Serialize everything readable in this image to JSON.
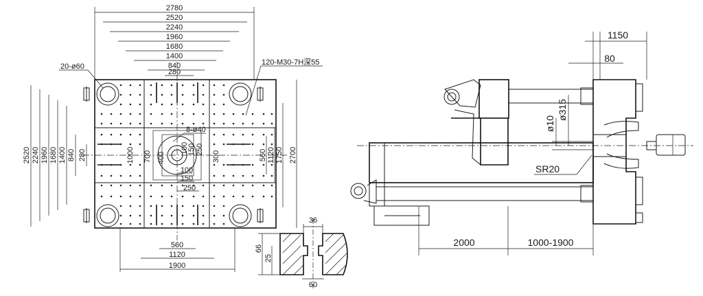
{
  "left_view": {
    "top_dims": [
      "2780",
      "2520",
      "2240",
      "1960",
      "1680",
      "1400",
      "840",
      "280"
    ],
    "left_dims": [
      "2520",
      "2240",
      "1960",
      "1680",
      "1400",
      "840",
      "280"
    ],
    "right_dims": [
      "560",
      "1120",
      "1750",
      "2700"
    ],
    "bottom_dims": [
      "560",
      "1120",
      "1900"
    ],
    "inner_left_dims": [
      "1000",
      "700",
      "400"
    ],
    "inner_right_dims": [
      "100",
      "150",
      "250",
      "300"
    ],
    "inner_bottom_dims": [
      "100",
      "150",
      "250"
    ],
    "labels": {
      "tie_bar_holes": "20-ø60",
      "tapped_holes": "120-M30-7H深55",
      "ejector_holes": "8-ø40"
    }
  },
  "detail_view": {
    "dims": [
      "36",
      "66",
      "25",
      "60"
    ]
  },
  "side_view": {
    "dims": [
      "1150",
      "80",
      "ø10",
      "ø315",
      "SR20",
      "2000",
      "1000-1900"
    ]
  }
}
